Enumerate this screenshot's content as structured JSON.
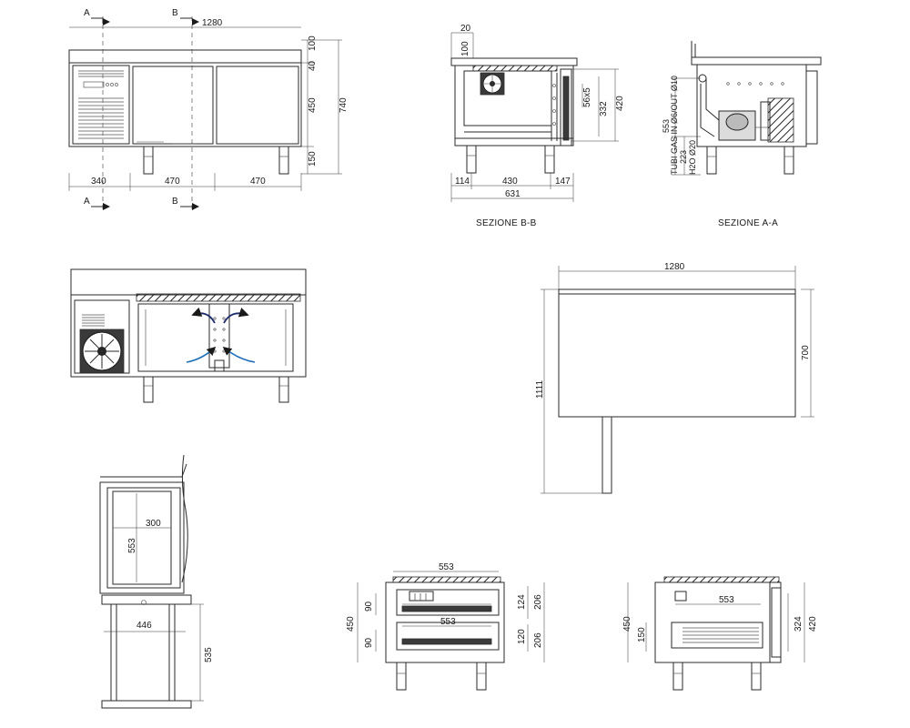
{
  "front_view": {
    "section_markers": [
      "A",
      "B",
      "A",
      "B"
    ],
    "dims": {
      "width_total": "1280",
      "top_thickness": "100",
      "edge_thickness": "40",
      "body_height": "450",
      "total_height": "740",
      "legs_height": "150",
      "engine_width": "340",
      "door1_width": "470",
      "door2_width": "470"
    }
  },
  "section_bb": {
    "caption": "SEZIONE B-B",
    "dims": {
      "top_offset": "20",
      "top_height": "100",
      "rails": "56x5",
      "inner_height": "332",
      "door_height": "420",
      "left": "114",
      "middle": "430",
      "right": "147",
      "total_depth": "631"
    }
  },
  "section_aa": {
    "caption": "SEZIONE A-A",
    "labels": {
      "gas_pipes": "TUBI GAS IN Ø6/OUT Ø10",
      "water": "H2O Ø20"
    },
    "dims": {
      "height_553": "553",
      "height_223": "223"
    }
  },
  "top_plan": {
    "dims": {
      "width": "1280",
      "depth": "700",
      "total_depth": "1111"
    }
  },
  "side_section": {
    "dims": {
      "inner_width": "300",
      "inner_height": "553",
      "base_width": "446",
      "base_height": "535"
    }
  },
  "drawer_view": {
    "dims": {
      "width": "553",
      "inner_width": "553",
      "height": "450",
      "drawer1": "90",
      "drawer2": "90",
      "h124": "124",
      "h206a": "206",
      "h120": "120",
      "h206b": "206"
    }
  },
  "basket_view": {
    "dims": {
      "width": "553",
      "height": "450",
      "h150": "150",
      "h324": "324",
      "h420": "420"
    }
  }
}
